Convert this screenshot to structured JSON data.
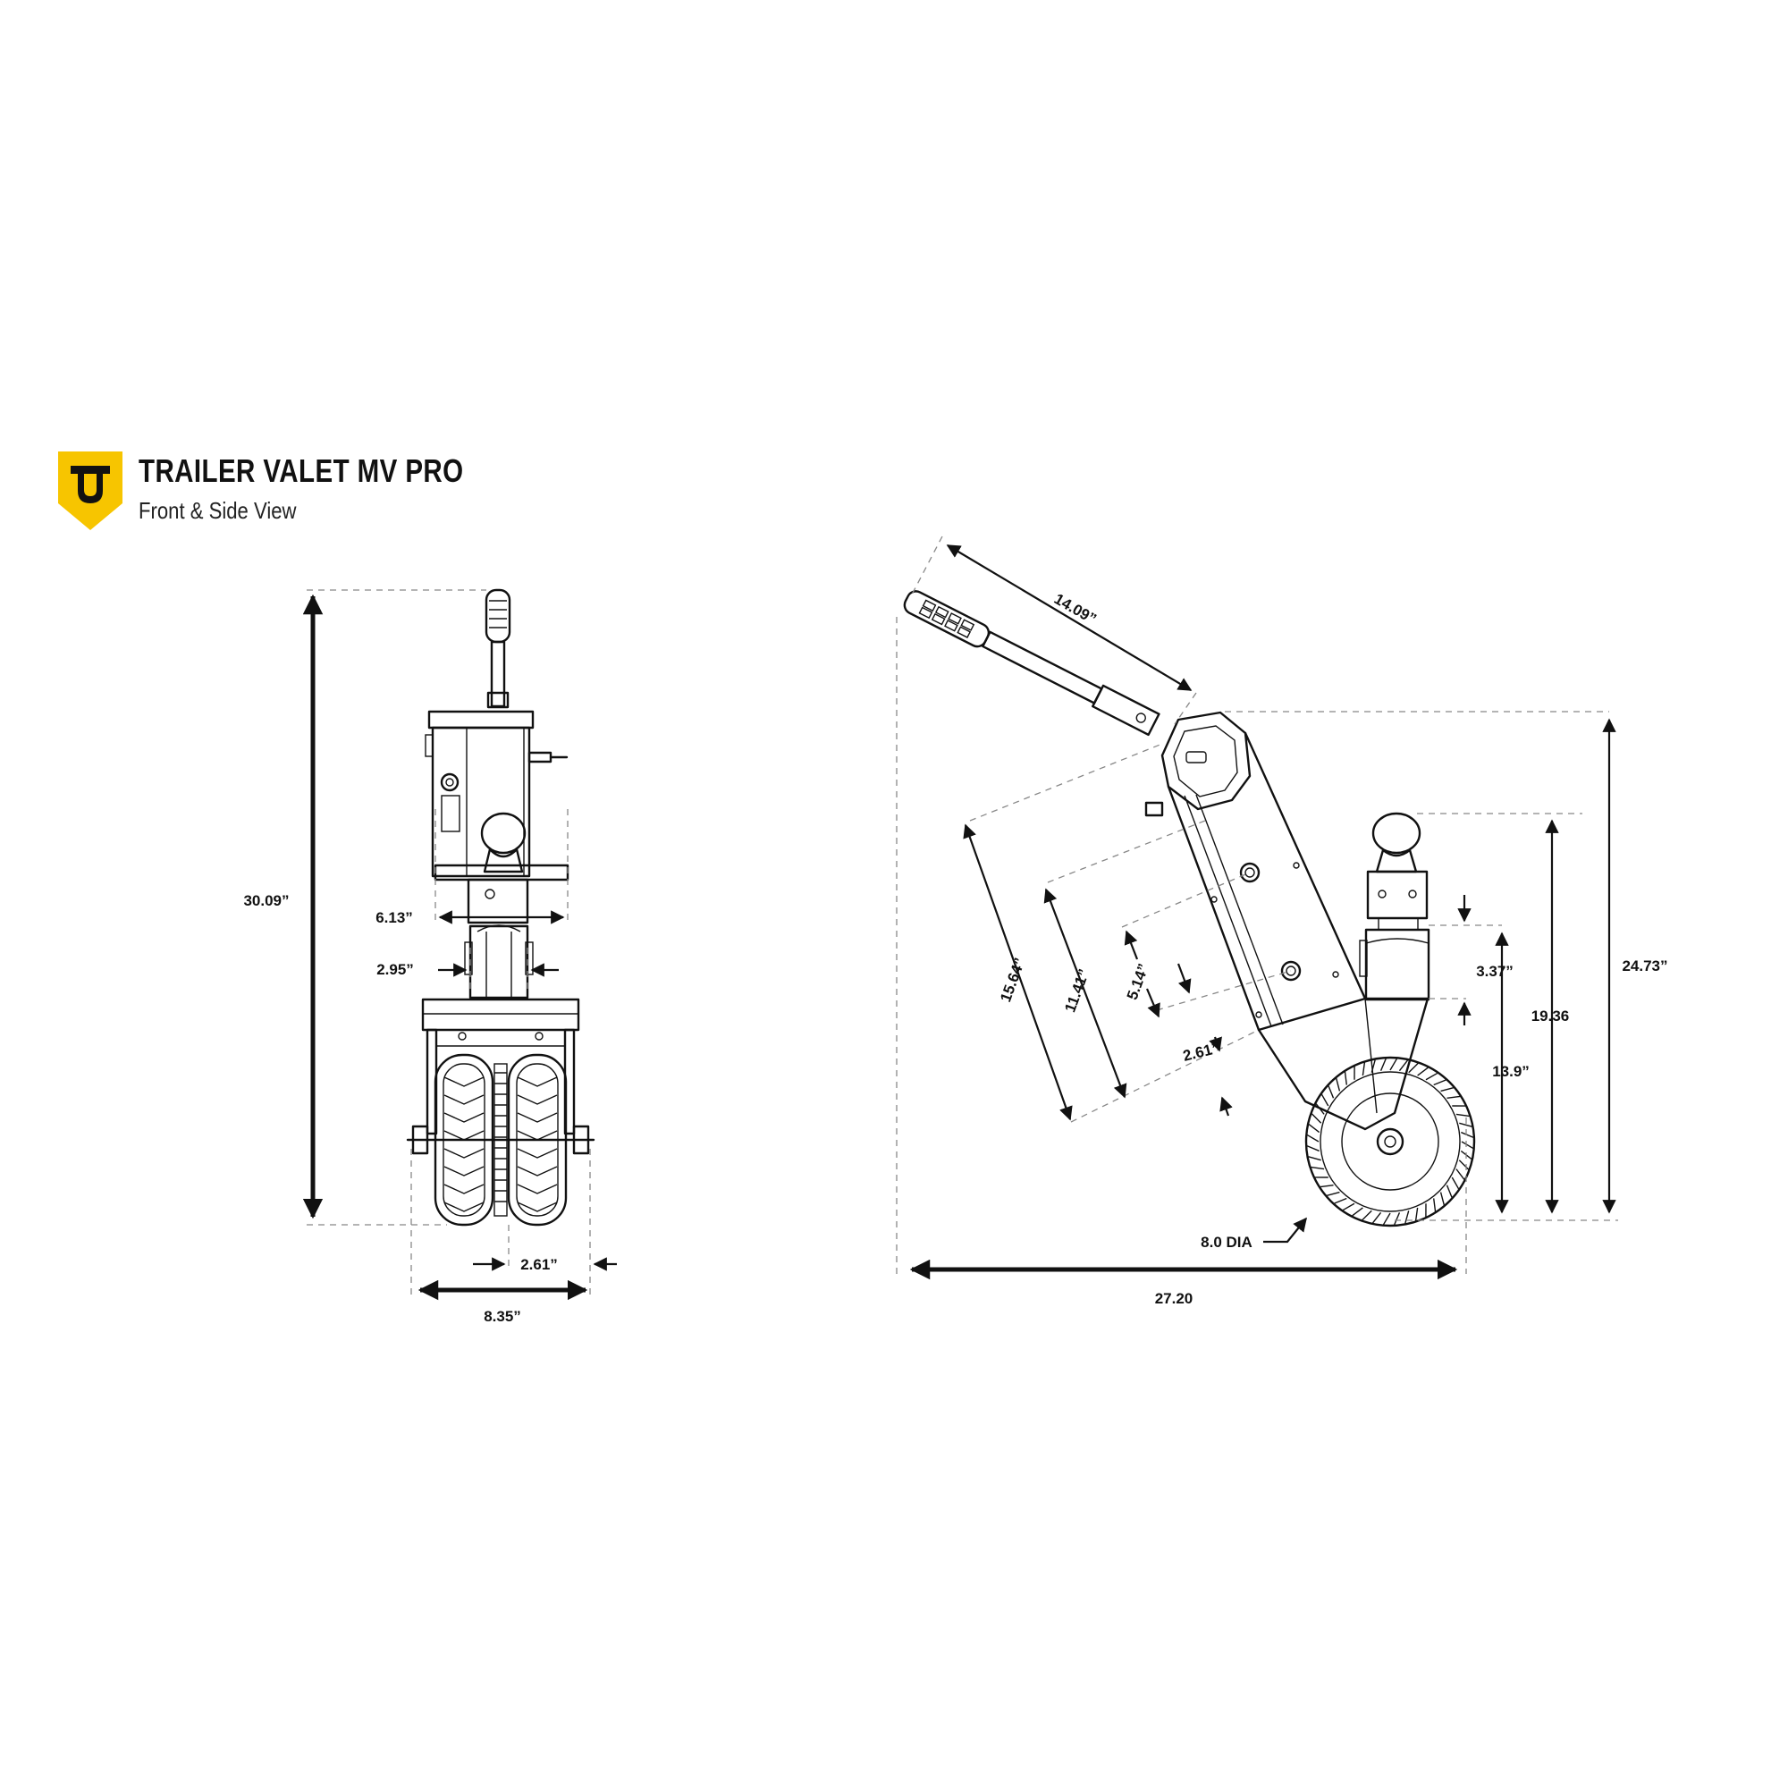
{
  "brand": {
    "logo_icon": "tv-shield-logo-icon",
    "logo_color": "#F7C500",
    "title": "TRAILER VALET MV PRO",
    "subtitle": "Front & Side View"
  },
  "front_view": {
    "dimensions": {
      "overall_height": "30.09”",
      "handle_width": "6.13”",
      "column_width": "2.95”",
      "wheel_offset": "2.61”",
      "overall_width": "8.35”"
    }
  },
  "side_view": {
    "dimensions": {
      "handle_length": "14.09”",
      "frame_length": "15.64”",
      "frame_mid": "11.41”",
      "hole_spacing": "5.14”",
      "frame_offset": "2.61”",
      "ball_collar": "3.37”",
      "overall_height": "24.73”",
      "ball_height": "19.36",
      "collar_height": "13.9”",
      "wheel_diameter": "8.0 DIA",
      "overall_length": "27.20"
    }
  }
}
